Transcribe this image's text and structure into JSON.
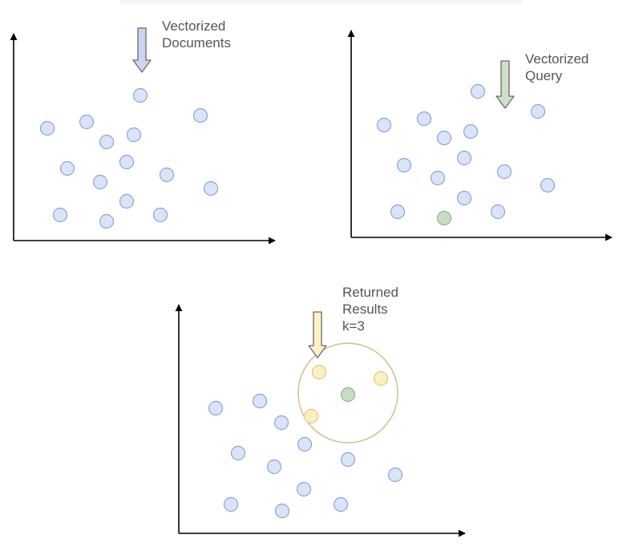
{
  "colors": {
    "axis": "#000000",
    "doc_fill": "#dbe4f7",
    "doc_stroke": "#8aa4d8",
    "query_fill": "#c8dcc3",
    "query_stroke": "#8db58a",
    "result_fill": "#fcefc4",
    "result_stroke": "#e4c77a",
    "radius_ring": "#d8bd8c",
    "label_text": "#555555"
  },
  "panels": [
    {
      "id": "documents",
      "callout_lines": [
        "Vectorized",
        "Documents"
      ],
      "arrow_color": "blue",
      "points": [
        {
          "kind": "doc"
        },
        {
          "kind": "doc"
        },
        {
          "kind": "doc"
        },
        {
          "kind": "doc"
        },
        {
          "kind": "doc"
        },
        {
          "kind": "doc"
        },
        {
          "kind": "doc"
        },
        {
          "kind": "doc"
        },
        {
          "kind": "doc"
        },
        {
          "kind": "doc"
        },
        {
          "kind": "doc"
        },
        {
          "kind": "doc"
        },
        {
          "kind": "doc"
        },
        {
          "kind": "doc"
        },
        {
          "kind": "doc"
        }
      ]
    },
    {
      "id": "query",
      "callout_lines": [
        "Vectorized",
        "Query"
      ],
      "arrow_color": "green",
      "points": [
        {
          "kind": "doc"
        },
        {
          "kind": "doc"
        },
        {
          "kind": "doc"
        },
        {
          "kind": "doc"
        },
        {
          "kind": "doc"
        },
        {
          "kind": "doc"
        },
        {
          "kind": "doc"
        },
        {
          "kind": "doc"
        },
        {
          "kind": "doc"
        },
        {
          "kind": "doc"
        },
        {
          "kind": "doc"
        },
        {
          "kind": "doc"
        },
        {
          "kind": "doc"
        },
        {
          "kind": "doc"
        },
        {
          "kind": "query"
        }
      ]
    },
    {
      "id": "results",
      "callout_lines": [
        "Returned",
        "Results",
        "k=3"
      ],
      "arrow_color": "yellow",
      "points": [
        {
          "kind": "doc"
        },
        {
          "kind": "doc"
        },
        {
          "kind": "doc"
        },
        {
          "kind": "doc"
        },
        {
          "kind": "doc"
        },
        {
          "kind": "doc"
        },
        {
          "kind": "doc"
        },
        {
          "kind": "doc"
        },
        {
          "kind": "doc"
        },
        {
          "kind": "doc"
        },
        {
          "kind": "doc"
        },
        {
          "kind": "doc"
        },
        {
          "kind": "result"
        },
        {
          "kind": "result"
        },
        {
          "kind": "result"
        },
        {
          "kind": "query"
        }
      ]
    }
  ]
}
